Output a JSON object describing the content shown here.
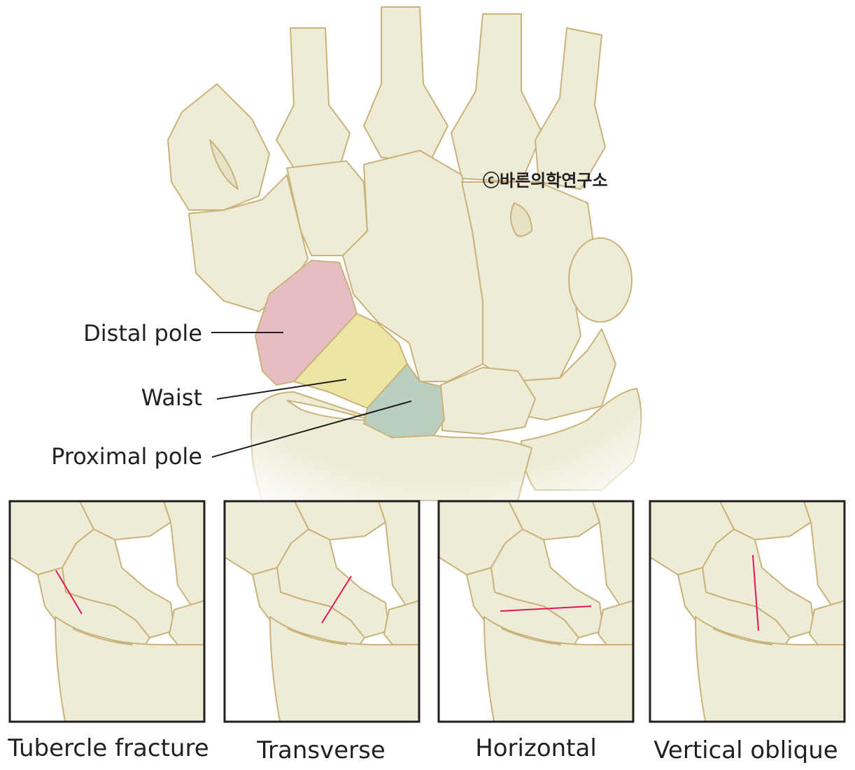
{
  "watermark": "ⓒ바른의학연구소",
  "labels": {
    "distal_pole": "Distal pole",
    "waist": "Waist",
    "proximal_pole": "Proximal pole"
  },
  "colors": {
    "distal_pole": "#e8bcc3",
    "waist": "#ede5a4",
    "proximal_pole": "#b9cfc0",
    "fracture_line": "#e0185a",
    "bone": "#eeebd6",
    "bone_outline": "#c9b37a"
  },
  "panels": [
    {
      "caption": "Tubercle fracture"
    },
    {
      "caption": "Transverse"
    },
    {
      "caption": "Horizontal"
    },
    {
      "caption": "Vertical oblique"
    }
  ]
}
